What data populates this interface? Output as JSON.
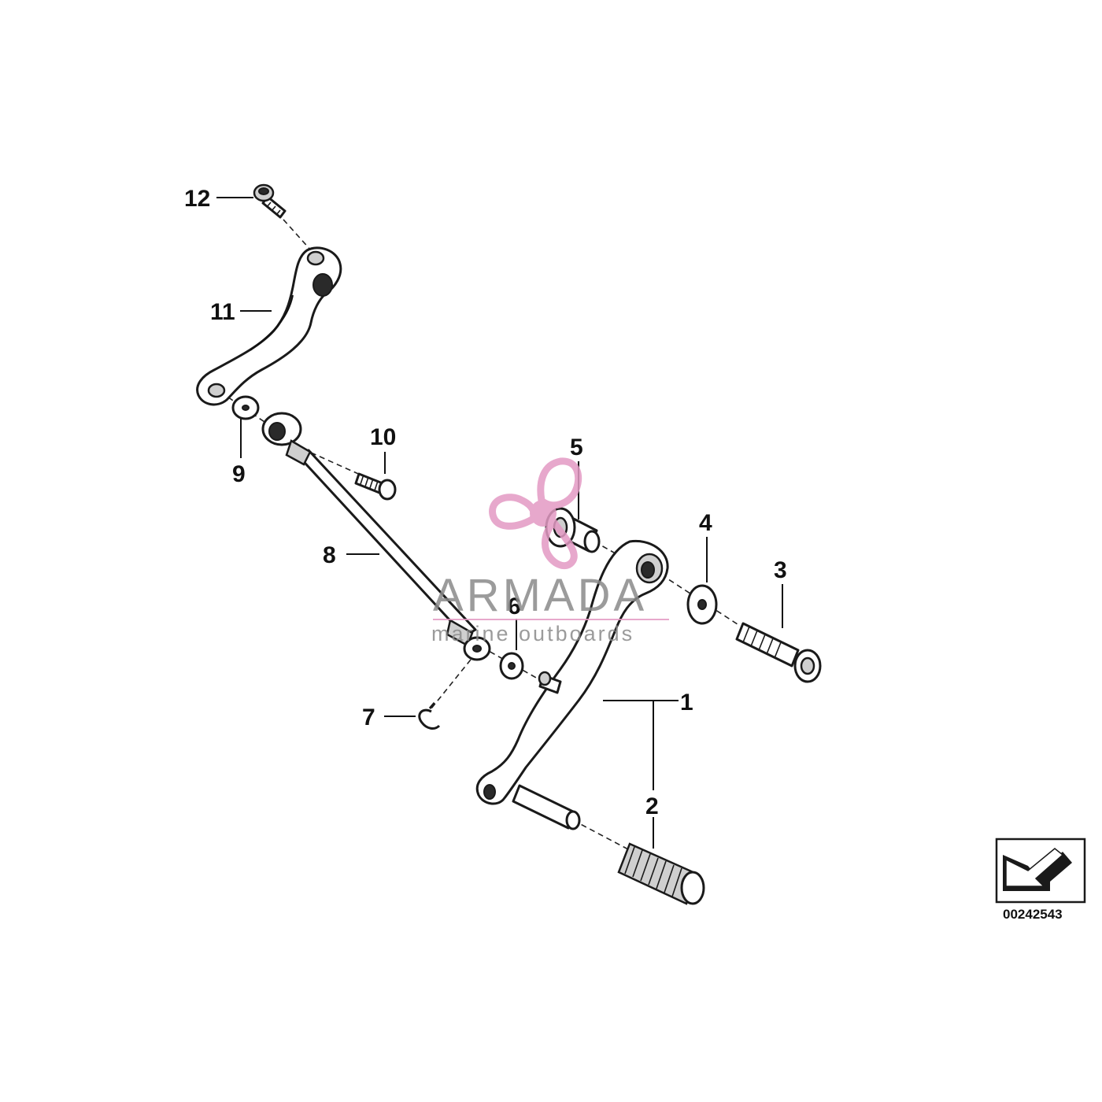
{
  "diagram": {
    "callouts": [
      {
        "id": "1",
        "label": "1"
      },
      {
        "id": "2",
        "label": "2"
      },
      {
        "id": "3",
        "label": "3"
      },
      {
        "id": "4",
        "label": "4"
      },
      {
        "id": "5",
        "label": "5"
      },
      {
        "id": "6",
        "label": "6"
      },
      {
        "id": "7",
        "label": "7"
      },
      {
        "id": "8",
        "label": "8"
      },
      {
        "id": "9",
        "label": "9"
      },
      {
        "id": "10",
        "label": "10"
      },
      {
        "id": "11",
        "label": "11"
      },
      {
        "id": "12",
        "label": "12"
      }
    ],
    "reference_code": "00242543"
  },
  "watermark": {
    "brand": "ARMADA",
    "tagline": "marine outboards",
    "logo_icon": "propeller-icon",
    "colors": {
      "text": "#8a8a8a",
      "logo": "#e39ac4",
      "line": "#e39ac4"
    }
  },
  "icons": {
    "direction_indicator": "arrow-down-left-icon"
  }
}
